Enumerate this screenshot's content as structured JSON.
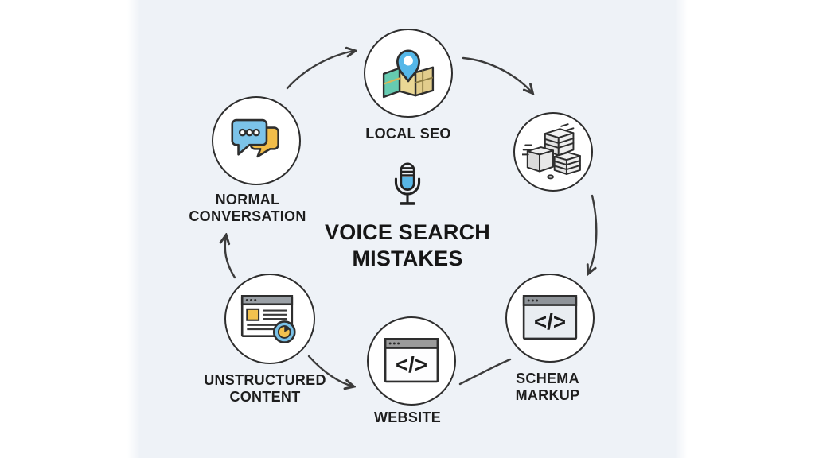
{
  "canvas": {
    "background_panel": "#eef2f7",
    "background_sides": "#ffffff"
  },
  "center": {
    "icon": "microphone-icon",
    "title_line1": "VOICE SEARCH",
    "title_line2": "MISTAKES"
  },
  "nodes": {
    "local_seo": {
      "label": "LOCAL SEO",
      "icon": "map-location-pin-icon"
    },
    "normal_conversation": {
      "label_line1": "NORMAL",
      "label_line2": "CONVERSATION",
      "icon": "chat-bubbles-icon"
    },
    "stacked_content": {
      "label": "",
      "icon": "stacked-boxes-icon"
    },
    "unstructured_content": {
      "label_line1": "UNSTRUCTURED",
      "label_line2": "CONTENT",
      "icon": "webpage-pie-chart-icon"
    },
    "website": {
      "label": "WEBSITE",
      "icon": "browser-code-icon",
      "code_glyph": "</>"
    },
    "schema_markup": {
      "label_line1": "SCHEMA",
      "label_line2": "MARKUP",
      "icon": "browser-code-icon",
      "code_glyph": "</>"
    }
  },
  "flow": {
    "arrows": [
      "unstructured-content to normal-conversation",
      "normal-conversation to local-seo",
      "local-seo to stacked-content",
      "stacked-content to schema-markup",
      "unstructured-content to website",
      "website to schema-markup"
    ]
  },
  "colors": {
    "outline": "#2e2e2e",
    "arrow": "#3b3b3b",
    "text": "#1e1e1e",
    "accent_blue": "#58b6e6",
    "accent_yellow": "#f2bd49",
    "accent_teal": "#62c9ae",
    "accent_tan": "#e6d194",
    "window_gray": "#9aa0a6"
  }
}
